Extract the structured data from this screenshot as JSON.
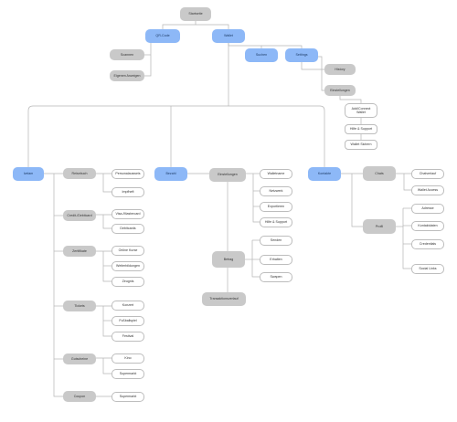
{
  "nodes": {
    "startseite": "Startseite",
    "qr_code": "QR-Code",
    "wallet": "Wallet",
    "scannen": "Scannen",
    "eigenen_anzeigen": "Eigenen Anzeigen",
    "suchen": "Suchen",
    "settings": "Settings",
    "history": "History",
    "einstellungen_top": "Einstellungen",
    "add_connect_wallet": "Add/Connect Wallet",
    "hilfe_support_top": "Hilfe & Support",
    "wallet_sichern": "Wallet Sichern",
    "ivelam": "Ivelam",
    "reisebuch": "Reisebuch",
    "personalausweis": "Personalausweis",
    "impfheft": "Impfheft",
    "credit_debitcard": "Credit-/Debitcard",
    "visa_mastercard": "Visa-/Mastercard",
    "debitcards": "Debitcards",
    "zertifikate": "Zertifikate",
    "online_kurse": "Online Kurse",
    "weiterbildungen": "Weiterbildungen",
    "zeugnis": "Zeugnis",
    "tickets": "Tickets",
    "konzert": "Konzert",
    "fussballspiel": "Fußballspiel",
    "festival": "Festival",
    "gutscheine": "Gutscheine",
    "kino": "Kino",
    "supermarkt_1": "Supermarkt",
    "coupon": "Coupon",
    "supermarkt_2": "Supermarkt",
    "bezahl": "Bezahl",
    "einstellungen_mid": "Einstellungen",
    "walletname": "Walletname",
    "netzwerk": "Netzwerk",
    "exportieren": "Exportieren",
    "hilfe_support_mid": "Hilfe & Support",
    "betrag": "Betrag",
    "senden": "Senden",
    "erhalten": "Erhalten",
    "swapen": "Swapen",
    "transaktionsverlauf": "Transaktionsverlauf",
    "kontakte": "Kontakte",
    "chats": "Chats",
    "chatverlauf": "Chatverlauf",
    "wallet_access": "Wallet Access",
    "profil": "Profil",
    "adresse": "Adresse",
    "kontaktdaten": "Kontaktdaten",
    "credentials": "Credentials",
    "social_links": "Social Links"
  },
  "colors": {
    "gray_node": "#c9c9c9",
    "blue_node": "#8db8f7",
    "connector": "#b5b5b5"
  }
}
